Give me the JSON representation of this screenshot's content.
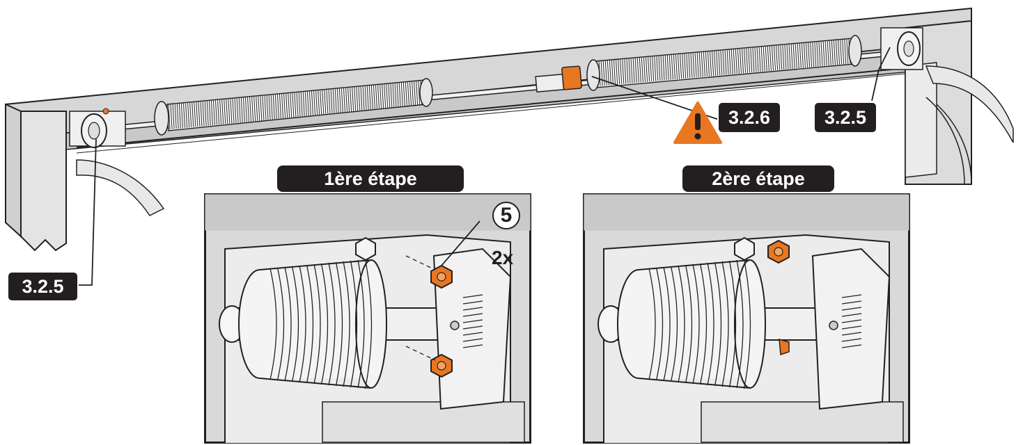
{
  "callouts": {
    "left_bracket": "3.2.5",
    "center_warning": "3.2.6",
    "right_bracket": "3.2.5"
  },
  "steps": [
    {
      "title": "1ère étape",
      "part_number": "5",
      "quantity": "2x"
    },
    {
      "title": "2ère étape"
    }
  ],
  "colors": {
    "accent": "#e87722",
    "outline": "#231f20",
    "panel": "#d9d9d9",
    "panel_dark": "#bfbfbf"
  },
  "icons": [
    "warning-triangle-icon"
  ]
}
